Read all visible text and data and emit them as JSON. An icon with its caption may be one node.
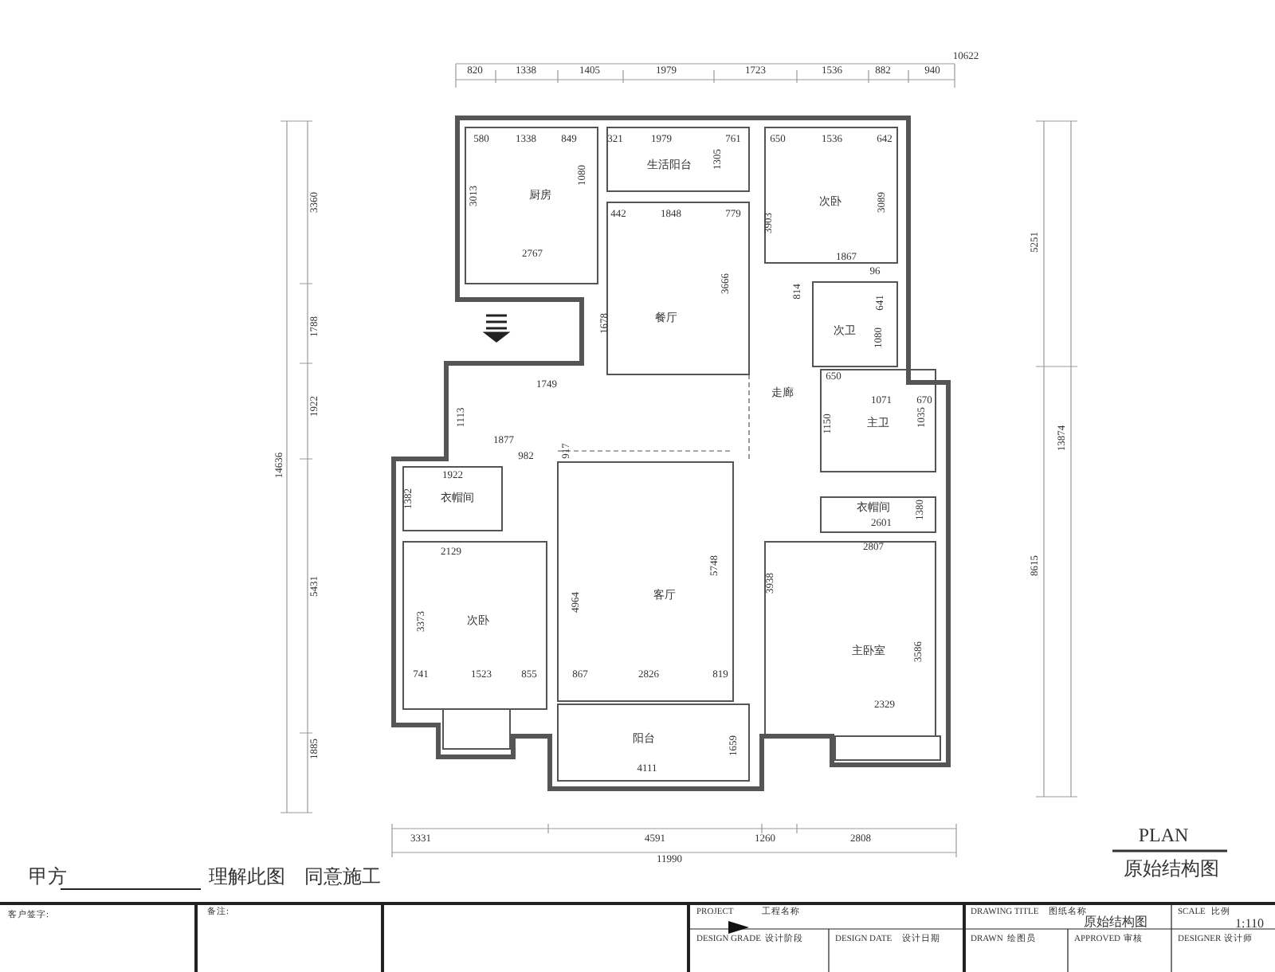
{
  "diagram": {
    "labels": [
      "10622",
      "820",
      "1338",
      "1405",
      "1979",
      "1723",
      "1536",
      "882",
      "940",
      "580",
      "1338",
      "849",
      "321",
      "1979",
      "761",
      "650",
      "1536",
      "642",
      "1305",
      "生活阳台",
      "3013",
      "1080",
      "厨房",
      "次卧",
      "3089",
      "3903",
      "442",
      "1848",
      "779",
      "2767",
      "1867",
      "3666",
      "814",
      "96",
      "641",
      "1678",
      "餐厅",
      "次卫",
      "1080",
      "1749",
      "650",
      "1071",
      "670",
      "走廊",
      "1113",
      "1150",
      "主卫",
      "1035",
      "1877",
      "917",
      "1922",
      "982",
      "1382",
      "衣帽间",
      "衣帽间",
      "1380",
      "2601",
      "2807",
      "2129",
      "5748",
      "3938",
      "4964",
      "3373",
      "客厅",
      "次卧",
      "主卧室",
      "3586",
      "741",
      "1523",
      "855",
      "867",
      "2826",
      "819",
      "2329",
      "阳台",
      "1659",
      "4111",
      "14636",
      "3360",
      "1788",
      "1922",
      "5431",
      "1885",
      "5251",
      "13874",
      "8615",
      "3331",
      "4591",
      "1260",
      "2808",
      "PLAN",
      "11990",
      "甲方",
      "理解此图",
      "同意施工",
      "原始结构图",
      "客户签字:",
      "备注:",
      "PROJECT",
      "工程名称",
      "DESIGN GRADE",
      "设计阶段",
      "DESIGN DATE",
      "设计日期",
      "DRAWING TITLE",
      "图纸名称",
      "原始结构图",
      "SCALE",
      "比例",
      "1:110",
      "DRAWN",
      "绘图员",
      "APPROVED",
      "审核",
      "DESIGNER",
      "设计师"
    ]
  }
}
